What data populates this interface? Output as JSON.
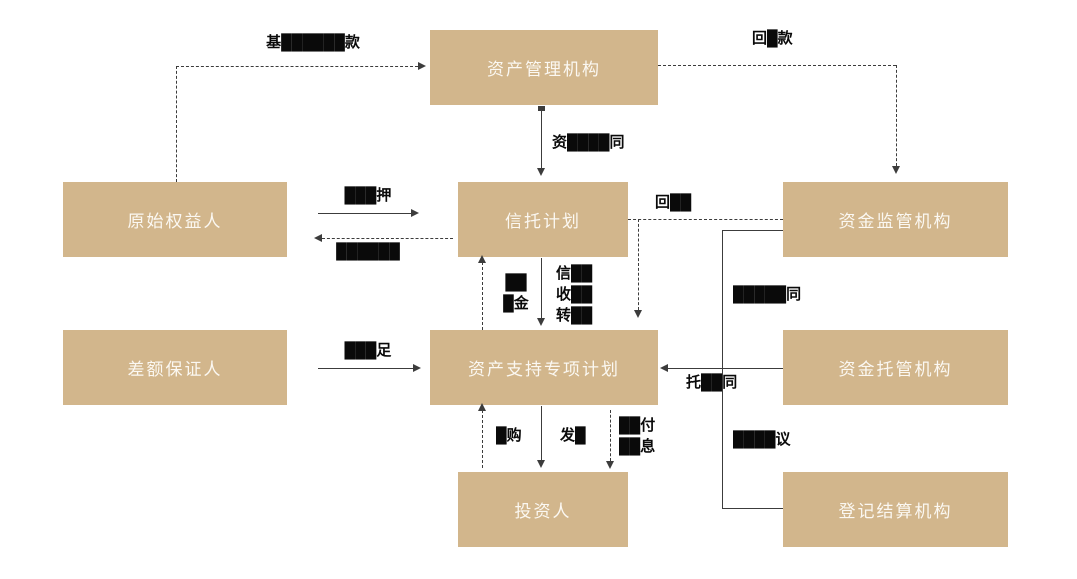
{
  "diagram": {
    "type": "flowchart",
    "colors": {
      "node_fill": "#D2B68C",
      "node_text": "#FBF8F2",
      "connector": "#3C3C3C",
      "edge_label_text": "#0A0A0A",
      "background": "#FFFFFF"
    },
    "nodes": [
      {
        "id": "asset-manager",
        "label": "资产管理机构"
      },
      {
        "id": "original-obligor",
        "label": "原始权益人"
      },
      {
        "id": "trust-plan",
        "label": "信托计划"
      },
      {
        "id": "fund-supervisor",
        "label": "资金监管机构"
      },
      {
        "id": "guarantor",
        "label": "差额保证人"
      },
      {
        "id": "abs-plan",
        "label": "资产支持专项计划"
      },
      {
        "id": "fund-custodian",
        "label": "资金托管机构"
      },
      {
        "id": "investor",
        "label": "投资人"
      },
      {
        "id": "registrar",
        "label": "登记结算机构"
      }
    ],
    "edge_labels": {
      "top_left": "基██████款",
      "top_right": "回█款",
      "manager_trust": "资████同",
      "obligor_trust_fwd": "███押",
      "trust_obligor_back": "██████",
      "supervisor_trust": "回██",
      "trust_abs_up": "██\n█金",
      "trust_abs_right": "信██\n收██\n转██",
      "guarantor_abs": "███足",
      "investor_abs_up": "█购",
      "abs_investor_down": "发█",
      "abs_investor_right": "██付\n██息",
      "custodian_abs": "托██同",
      "supervisor_contract": "█████同",
      "registrar_agreement": "████议"
    },
    "edges": [
      {
        "from": "original-obligor",
        "to": "asset-manager",
        "style": "dashed",
        "label_key": "top_left"
      },
      {
        "from": "asset-manager",
        "to": "fund-supervisor",
        "style": "dashed",
        "label_key": "top_right"
      },
      {
        "from": "asset-manager",
        "to": "trust-plan",
        "style": "solid",
        "label_key": "manager_trust"
      },
      {
        "from": "original-obligor",
        "to": "trust-plan",
        "style": "solid",
        "label_key": "obligor_trust_fwd"
      },
      {
        "from": "trust-plan",
        "to": "original-obligor",
        "style": "dashed",
        "label_key": "trust_obligor_back"
      },
      {
        "from": "fund-supervisor",
        "to": "abs-plan",
        "style": "dashed",
        "label_key": "supervisor_trust"
      },
      {
        "from": "abs-plan",
        "to": "trust-plan",
        "style": "dashed",
        "label_key": "trust_abs_up"
      },
      {
        "from": "trust-plan",
        "to": "abs-plan",
        "style": "solid",
        "label_key": "trust_abs_right"
      },
      {
        "from": "guarantor",
        "to": "abs-plan",
        "style": "solid",
        "label_key": "guarantor_abs"
      },
      {
        "from": "investor",
        "to": "abs-plan",
        "style": "dashed",
        "label_key": "investor_abs_up"
      },
      {
        "from": "abs-plan",
        "to": "investor",
        "style": "solid",
        "label_key": "abs_investor_down"
      },
      {
        "from": "abs-plan",
        "to": "investor",
        "style": "dashed",
        "label_key": "abs_investor_right"
      },
      {
        "from": "fund-custodian",
        "to": "abs-plan",
        "style": "solid",
        "label_key": "custodian_abs"
      },
      {
        "from": "fund-supervisor",
        "to": "registrar",
        "style": "solid",
        "label_key": "supervisor_contract"
      }
    ]
  }
}
